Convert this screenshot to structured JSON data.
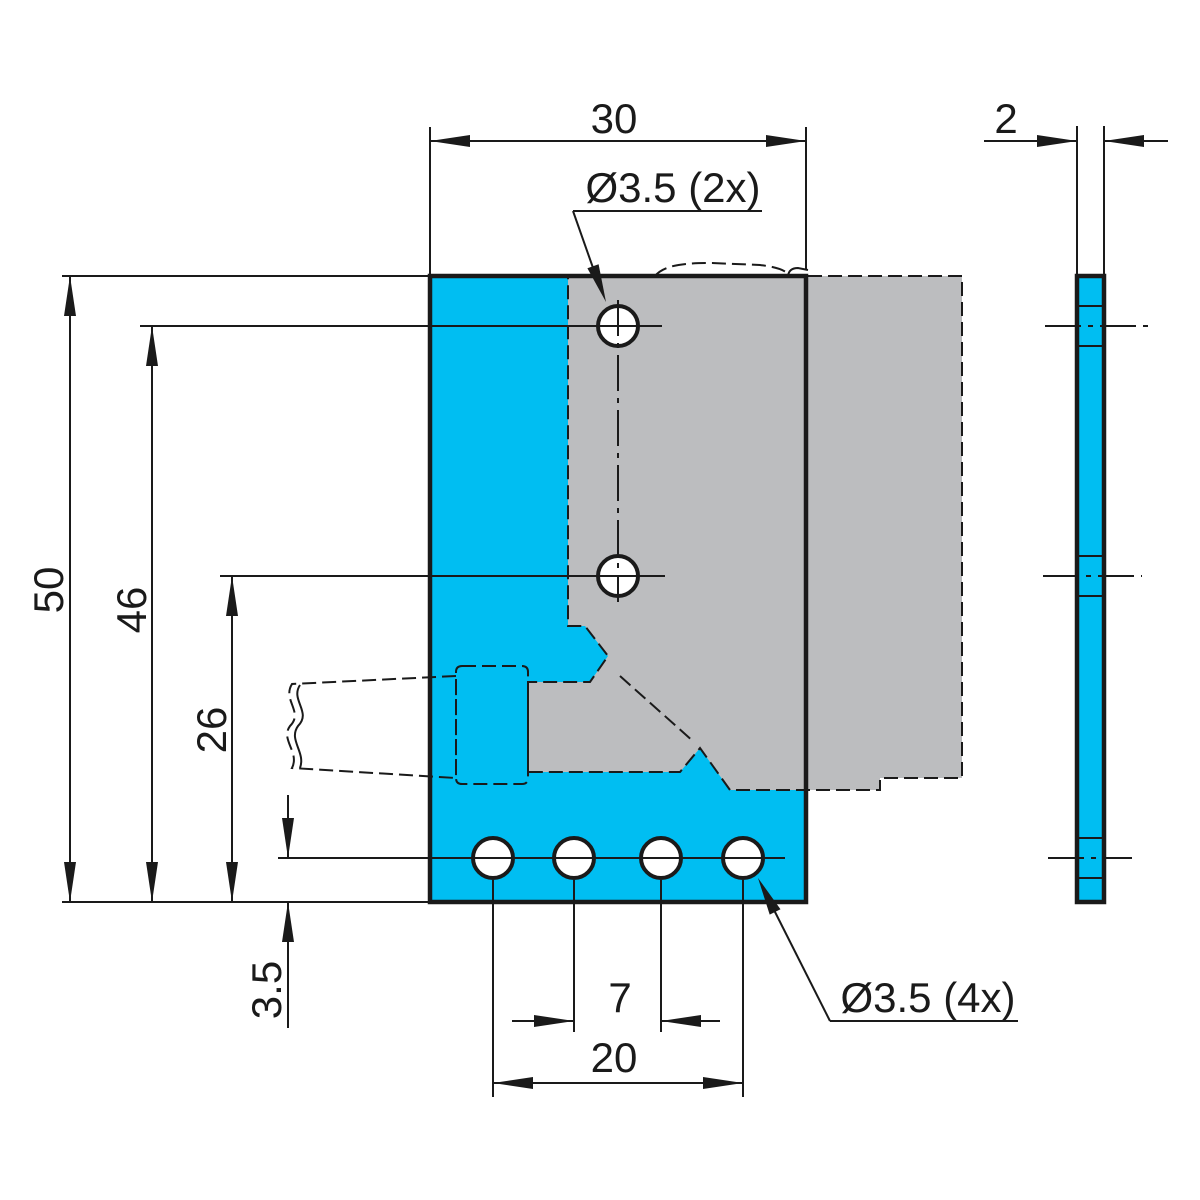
{
  "labels": {
    "width": "30",
    "top_holes_callout": "Ø3.5 (2x)",
    "thickness": "2",
    "height_total": "50",
    "height_upper_hole": "46",
    "height_middle_hole": "26",
    "edge_offset": "3.5",
    "hole_pitch": "7",
    "hole_span": "20",
    "bottom_holes_callout": "Ø3.5 (4x)"
  },
  "colors": {
    "plate": "#00BEF2",
    "sensor": "#BCBDBF",
    "line": "#1a1a1a"
  }
}
